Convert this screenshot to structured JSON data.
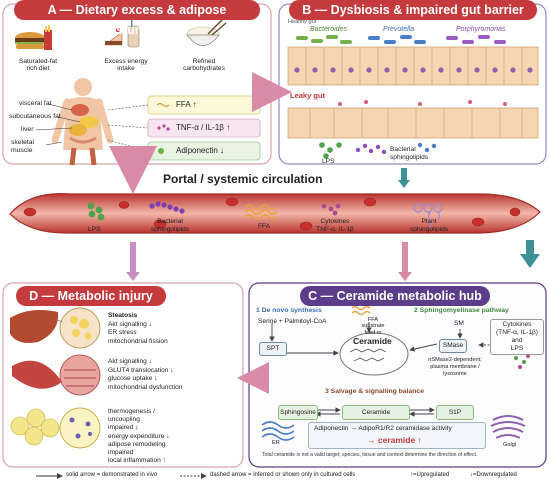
{
  "colors": {
    "panel_a": "#c43a3d",
    "panel_b": "#c43a3d",
    "panel_c": "#5b3d8a",
    "panel_d": "#c43a3d",
    "gut_border": "#9b86c8",
    "vessel": "#d9574f",
    "arrow_pink": "#d98aa6",
    "arrow_teal": "#3f8f97"
  },
  "panel_a": {
    "title": "A — Dietary excess & adipose dysfunction",
    "foods": [
      "Saturated-fat\nrich diet",
      "Excess energy\nintake",
      "Refined\ncarbohydrates"
    ],
    "tissues": [
      "visceral fat",
      "subcutaneous fat",
      "liver",
      "skeletal\nmuscle"
    ],
    "markers": [
      "FFA ↑",
      "TNF-α / IL-1β ↑",
      "Adiponectin ↓"
    ]
  },
  "panel_b": {
    "title": "B — Dysbiosis & impaired gut barrier",
    "healthy_label": "Healthy gut",
    "bacteria": [
      "Bacteroides",
      "Prevotella",
      "Porphyromonas"
    ],
    "leaky_label": "Leaky gut",
    "lps_label": "LPS",
    "sphingo_label": "Bacterial\nsphingolipids"
  },
  "circulation": {
    "title": "Portal / systemic circulation",
    "items": [
      "LPS",
      "Bacterial\nsphingolipids",
      "FFA",
      "Cytokines\nTNF-α, IL-1β",
      "Plant\nsphingolipids"
    ]
  },
  "panel_c": {
    "title": "C — Ceramide metabolic hub",
    "denovo": "1 De novo synthesis",
    "serine": "Serine + Palmitoyl-CoA",
    "spt": "SPT",
    "ffa_feed": "FFA\nsubstrate\nfeed-in",
    "sphingo_path": "2 Sphingomyelinase pathway",
    "sm": "SM",
    "smase": "SMase",
    "cytokines": "Cytokines\n(TNF-α, IL-1β)\nand\nLPS",
    "ceramide": "Ceramide",
    "nsmase": "nSMase2-dependent;\nplasma membrane /\nlysosome",
    "salvage": "3 Salvage & signalling balance",
    "sphingosine": "Sphingosine",
    "ceramide2": "Ceramide",
    "s1p": "S1P",
    "er": "ER",
    "golgi": "Golgi",
    "adipo": "Adiponectin → AdipoR1/R2 ceramidase activity",
    "adipo_result": "→ ceramide ↑",
    "note": "Total ceramide is not a valid target; species, tissue and context determine the direction of effect."
  },
  "panel_d": {
    "title": "D — Metabolic injury",
    "liver": [
      "Steatosis",
      "Akt signalling ↓",
      "ER stress",
      "mitochondrial fission"
    ],
    "muscle": [
      "Akt signalling ↓",
      "GLUT4 translocation ↓",
      "glucose uptake ↓",
      "mitochondrial dysfunction"
    ],
    "adipose": [
      "thermogenesis /",
      "uncoupling",
      "impaired ↓",
      "energy expenditure ↓",
      "adipose remodeling",
      "impaired",
      "local inflammation ↑"
    ]
  },
  "legend": {
    "solid": "solid arrow = demonstrated in vivo",
    "dashed": "dashed arrow = inferred or shown only in cultured cells",
    "up": "↑=Upregulated",
    "down": "↓=Downregulated"
  }
}
